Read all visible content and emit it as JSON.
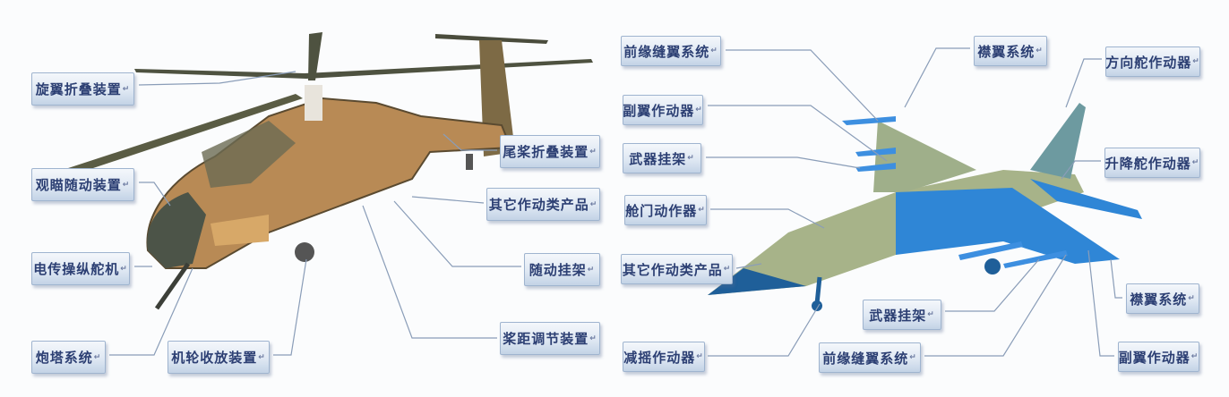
{
  "helicopter": {
    "labels": [
      "旋翼折叠装置",
      "观瞄随动装置",
      "电传操纵舵机",
      "炮塔系统",
      "机轮收放装置",
      "尾桨折叠装置",
      "其它作动类产品",
      "随动挂架",
      "桨距调节装置"
    ]
  },
  "jet": {
    "labels": [
      "前缘缝翼系统",
      "副翼作动器",
      "武器挂架",
      "舱门动作器",
      "其它作动类产品",
      "减摇作动器",
      "襟翼系统",
      "方向舵作动器",
      "升降舵作动器",
      "武器挂架",
      "前缘缝翼系统",
      "襟翼系统",
      "副翼作动器"
    ]
  },
  "colors": {
    "label_text": "#2c3f73",
    "jet_body": "#2f86d6",
    "jet_fuselage": "#a7b389",
    "heli_body": "#b88a55",
    "leader_line": "#8a9db8"
  }
}
